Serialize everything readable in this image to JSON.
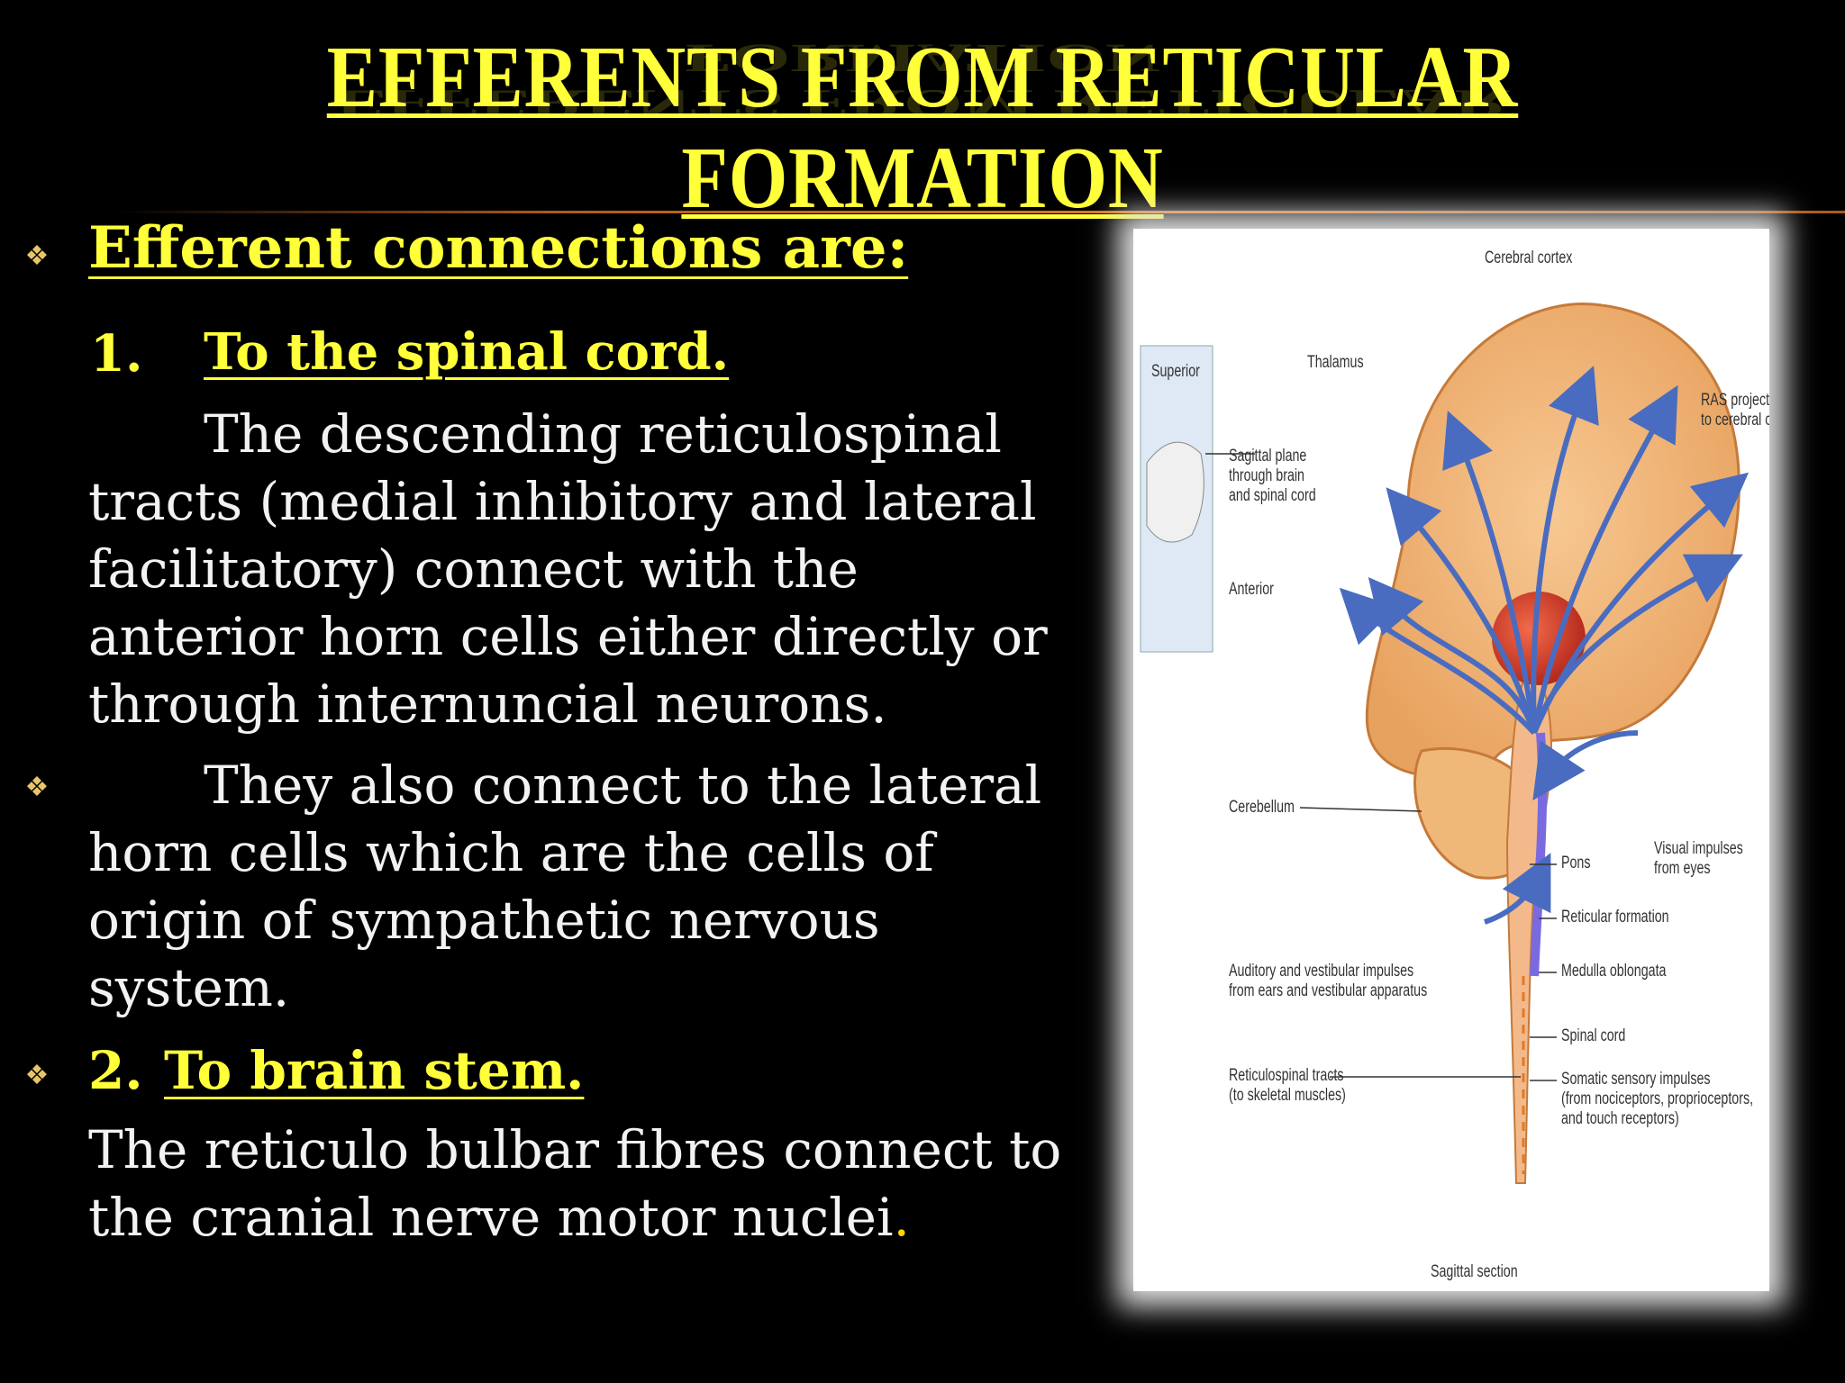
{
  "slide": {
    "title": "EFFERENTS FROM RETICULAR FORMATION",
    "heading": "Efferent connections are:",
    "item1_number": "1.",
    "item1_title": "To the spinal cord.",
    "item1_text": "The descending reticulospinal tracts (medial inhibitory and lateral facilitatory) connect with the anterior horn cells either directly or through internuncial neurons.",
    "item1_text2": "They also connect to the lateral horn cells which are the cells of origin of sympathetic nervous system.",
    "item2_number": "2.",
    "item2_title": "To brain stem.",
    "item2_text": "The reticulo bulbar fibres connect to the cranial nerve motor nuclei",
    "item2_period": ".",
    "bullet_icon": "diamond-quad-bullet",
    "colors": {
      "title": "#ffff3a",
      "body": "#f2f2f2",
      "background": "#000000",
      "divider": "#e07a2a"
    }
  },
  "figure": {
    "labels": {
      "cerebral_cortex": "Cerebral cortex",
      "thalamus": "Thalamus",
      "superior": "Superior",
      "sagittal_plane": "Sagittal plane\nthrough brain\nand spinal cord",
      "anterior": "Anterior",
      "ras": "RAS projections\nto cerebral cortex",
      "cerebellum": "Cerebellum",
      "pons": "Pons",
      "visual": "Visual impulses\nfrom eyes",
      "reticular_formation": "Reticular formation",
      "medulla": "Medulla oblongata",
      "auditory": "Auditory and vestibular impulses\nfrom ears and vestibular apparatus",
      "spinal_cord": "Spinal cord",
      "reticulospinal": "Reticulospinal tracts\n(to skeletal muscles)",
      "somatic": "Somatic sensory impulses\n(from nociceptors, proprioceptors,\nand touch receptors)",
      "sagittal_section": "Sagittal section"
    }
  }
}
